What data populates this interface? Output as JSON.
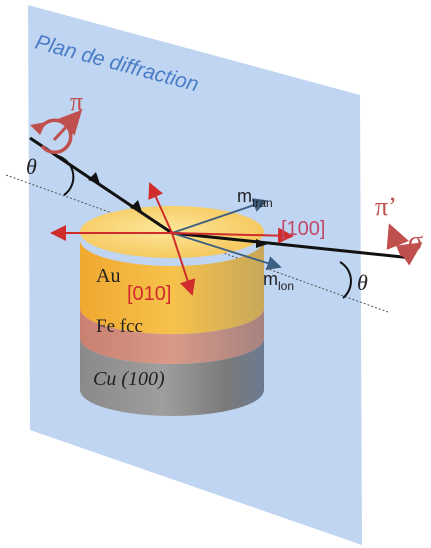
{
  "plane_label": "Plan de diffraction",
  "angle_symbol": "θ",
  "polarization": {
    "incident": "π",
    "outgoing_pi": "π’",
    "outgoing_sigma": "σ"
  },
  "directions": {
    "x_axis": "[100]",
    "y_axis": "[010]"
  },
  "magnetization": {
    "tran": {
      "base": "m",
      "sub": "tran"
    },
    "lon": {
      "base": "m",
      "sub": "lon"
    }
  },
  "layers": {
    "top": "Au",
    "middle": "Fe fcc",
    "bottom": "Cu (100)"
  },
  "colors": {
    "plane": "#bcd3f0",
    "plane_text": "#4a7cc7",
    "red_arrow": "#d12c2c",
    "pol_arrow": "#c0504d",
    "gold": "#f2b53a",
    "fe": "#cf8a7a",
    "cu": "#8e8e8e",
    "vector": "#3d5f82"
  }
}
